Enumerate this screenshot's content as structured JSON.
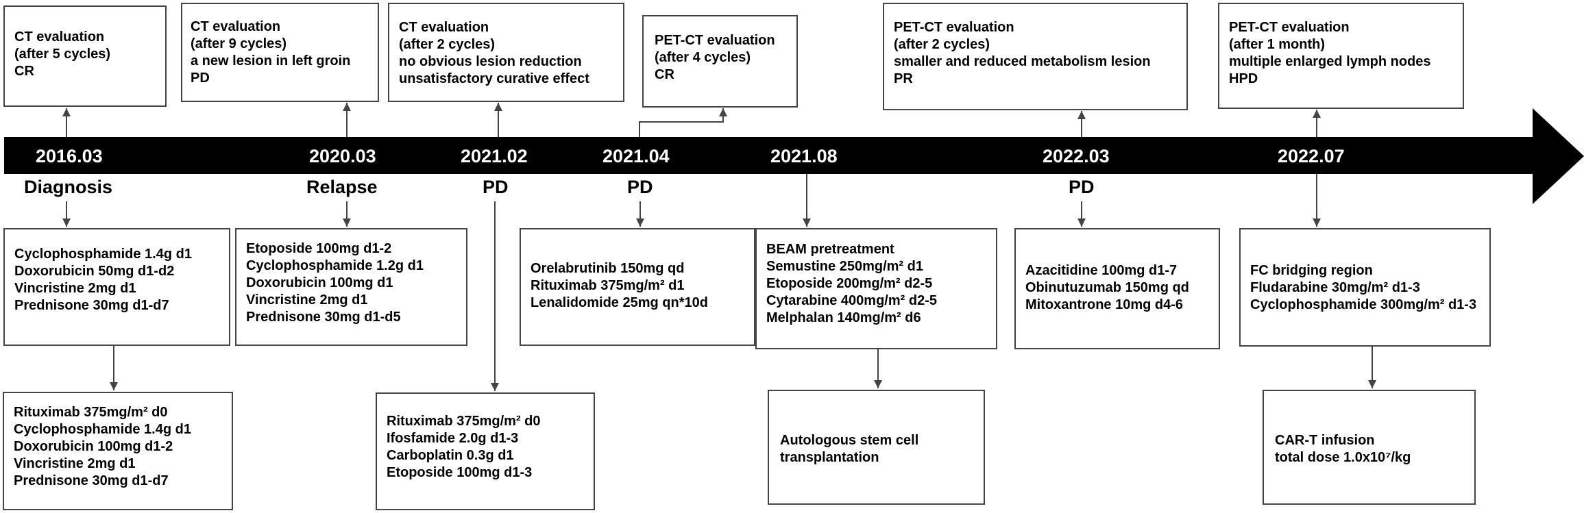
{
  "dates": [
    "2016.03",
    "2020.03",
    "2021.02",
    "2021.04",
    "2021.08",
    "2022.03",
    "2022.07"
  ],
  "statuses": [
    "Diagnosis",
    "Relapse",
    "PD",
    "PD",
    "PD"
  ],
  "top_boxes": [
    [
      "CT evaluation",
      "(after 5 cycles)",
      "CR"
    ],
    [
      "CT evaluation",
      "(after 9 cycles)",
      "a new lesion in left groin",
      "PD"
    ],
    [
      "CT evaluation",
      "(after 2 cycles)",
      "no obvious lesion reduction",
      "unsatisfactory curative effect"
    ],
    [
      "PET-CT evaluation",
      "(after 4 cycles)",
      "CR"
    ],
    [
      "PET-CT evaluation",
      "(after 2 cycles)",
      "smaller and reduced metabolism lesion",
      "PR"
    ],
    [
      "PET-CT evaluation",
      "(after 1 month)",
      "multiple enlarged lymph nodes",
      "HPD"
    ]
  ],
  "mid_boxes": [
    [
      "Cyclophosphamide 1.4g d1",
      "Doxorubicin 50mg d1-d2",
      "Vincristine 2mg d1",
      "Prednisone 30mg d1-d7"
    ],
    [
      "Etoposide 100mg d1-2",
      "Cyclophosphamide 1.2g d1",
      "Doxorubicin 100mg d1",
      "Vincristine 2mg d1",
      "Prednisone 30mg d1-d5"
    ],
    [
      "Orelabrutinib 150mg qd",
      "Rituximab 375mg/m² d1",
      "Lenalidomide 25mg qn*10d"
    ],
    [
      "BEAM pretreatment",
      "Semustine 250mg/m² d1",
      "Etoposide 200mg/m² d2-5",
      "Cytarabine 400mg/m² d2-5",
      "Melphalan 140mg/m² d6"
    ],
    [
      "Azacitidine 100mg d1-7",
      "Obinutuzumab 150mg qd",
      "Mitoxantrone 10mg d4-6"
    ],
    [
      "FC bridging region",
      "Fludarabine 30mg/m² d1-3",
      "Cyclophosphamide 300mg/m² d1-3"
    ]
  ],
  "bottom_boxes": [
    [
      "Rituximab 375mg/m² d0",
      "Cyclophosphamide 1.4g d1",
      "Doxorubicin 100mg d1-2",
      "Vincristine 2mg d1",
      "Prednisone 30mg d1-d7"
    ],
    [
      "Rituximab 375mg/m² d0",
      "Ifosfamide 2.0g d1-3",
      "Carboplatin 0.3g d1",
      "Etoposide 100mg d1-3"
    ],
    [
      "Autologous stem cell",
      "transplantation"
    ],
    [
      "CAR-T infusion",
      "total dose 1.0x10⁷/kg"
    ]
  ]
}
